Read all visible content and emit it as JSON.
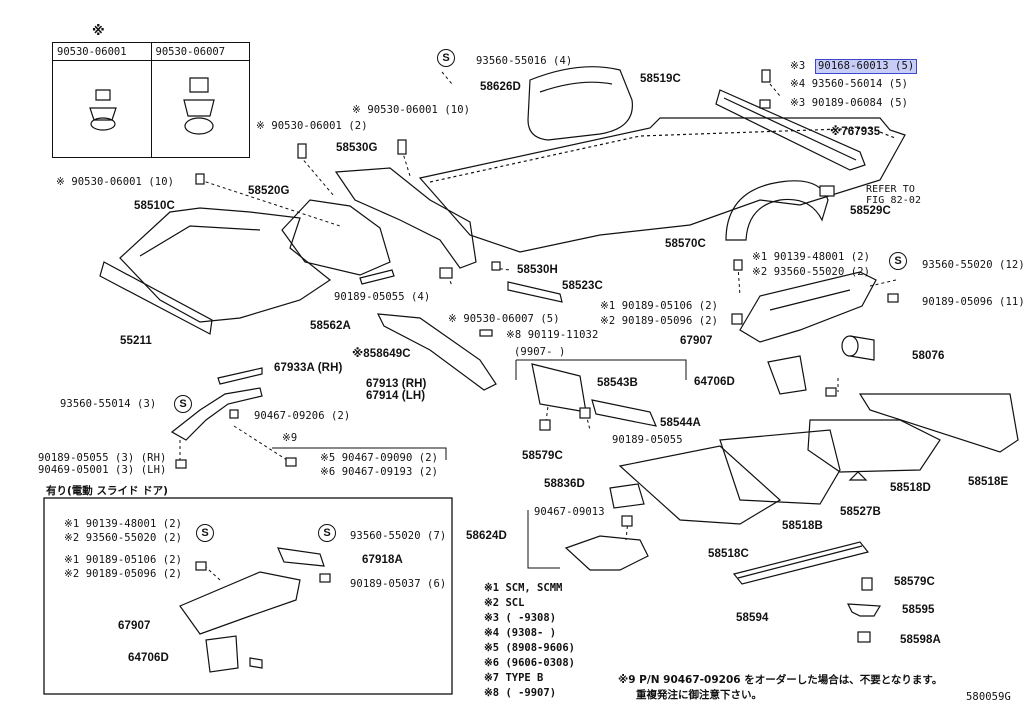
{
  "top_marker": "※",
  "fastener_table": {
    "col1": "90530-06001",
    "col2": "90530-06007"
  },
  "labels": {
    "l_9053006001_10a": "※ 90530-06001 (10)",
    "l_9053006001_2": "※ 90530-06001 (2)",
    "l_9053006001_10b": "※ 90530-06001 (10)",
    "l_9356055016": "93560-55016 (4)",
    "l_58626D": "58626D",
    "l_58519C": "58519C",
    "l_58530G": "58530G",
    "l_58520G": "58520G",
    "l_58510C": "58510C",
    "l_55211": "55211",
    "l_58562A": "58562A",
    "l_9018905055_4": "90189-05055 (4)",
    "l_58530H": "58530H",
    "l_58523C": "58523C",
    "l_9053006007_5": "※ 90530-06007 (5)",
    "l_9011911032": "※8 90119-11032",
    "l_58649C": "※858649C",
    "l_58570C": "58570C",
    "l_767935": "※767935",
    "l_58529C": "58529C",
    "l_refer1": "REFER TO",
    "l_refer2": "FIG 82-02",
    "l_r3a_mark": "※3",
    "l_r3a": "90168-60013 (5)",
    "l_r4": "※4 93560-56014 (5)",
    "l_r3b": "※3 90189-06084 (5)",
    "l_9013948001": "※1 90139-48001 (2)",
    "l_9356055020_2": "※2 93560-55020 (2)",
    "l_9356055020_12": "93560-55020 (12)",
    "l_9018905096_11": "90189-05096 (11)",
    "l_9018905106": "※1 90189-05106 (2)",
    "l_9018905096_2": "※2 90189-05096 (2)",
    "l_67907a": "67907",
    "l_58076": "58076",
    "l_64706Da": "64706D",
    "l_9907": "(9907-      )",
    "l_58543B": "58543B",
    "l_58544A": "58544A",
    "l_58579Ca": "58579C",
    "l_9018905055": "90189-05055",
    "l_67933A": "67933A (RH)",
    "l_67913": "67913 (RH)",
    "l_67914": "67914 (LH)",
    "l_9356055014": "93560-55014 (3)",
    "l_9046709206": "90467-09206 (2)",
    "l_mark9": "※9",
    "l_9046709090": "※5 90467-09090 (2)",
    "l_9046709193": "※6 90467-09193 (2)",
    "l_9018905055_3": "90189-05055 (3) (RH)",
    "l_9046905001": "90469-05001 (3) (LH)",
    "l_58836D": "58836D",
    "l_9046709013": "90467-09013",
    "l_58624D": "58624D",
    "l_58518D": "58518D",
    "l_58518E": "58518E",
    "l_58527B": "58527B",
    "l_58518B": "58518B",
    "l_58518C": "58518C",
    "l_58594": "58594",
    "l_58579Cb": "58579C",
    "l_58595": "58595",
    "l_58598A": "58598A",
    "l_fig": "580059G"
  },
  "sliding_door_box": {
    "title": "有り(電動 スライド ドア)",
    "l_a1": "※1 90139-48001 (2)",
    "l_a2": "※2 93560-55020 (2)",
    "l_b1": "※1 90189-05106 (2)",
    "l_b2": "※2 90189-05096 (2)",
    "l_c": "93560-55020 (7)",
    "l_67918A": "67918A",
    "l_9018905037": "90189-05037 (6)",
    "l_67907": "67907",
    "l_64706D": "64706D"
  },
  "legend": [
    "※1 SCM, SCMM",
    "※2 SCL",
    "※3 (      -9308)",
    "※4 (9308-      )",
    "※5 (8908-9606)",
    "※6 (9606-0308)",
    "※7 TYPE B",
    "※8 (      -9907)"
  ],
  "note_line1": "※9 P/N 90467-09206 をオーダーした場合は、不要となります。",
  "note_line2": "重複発注に御注意下さい。",
  "s_symbol": "S"
}
